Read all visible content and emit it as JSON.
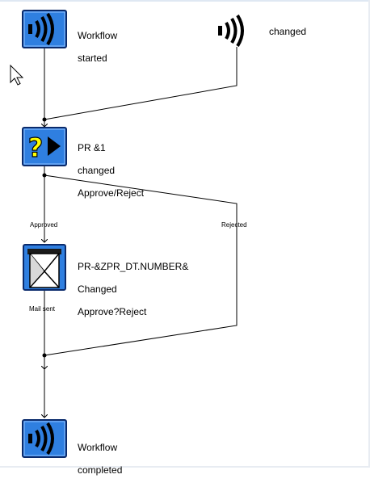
{
  "nodes": {
    "start": {
      "label_line1": "Workflow",
      "label_line2": "started",
      "icon": "event-icon"
    },
    "changed_event": {
      "label": "changed",
      "icon": "event-icon"
    },
    "decision": {
      "label_line1": "PR &1",
      "label_line2": "changed",
      "label_line3": "Approve/Reject",
      "icon": "decision-icon"
    },
    "mail": {
      "label_line1": "PR-&ZPR_DT.NUMBER&",
      "label_line2": "Changed",
      "label_line3": "Approve?Reject",
      "icon": "mail-icon"
    },
    "end": {
      "label_line1": "Workflow",
      "label_line2": "completed",
      "icon": "event-icon"
    }
  },
  "edges": {
    "approved": "Approved",
    "rejected": "Rejected",
    "mail_sent": "Mail sent"
  },
  "colors": {
    "icon_blue": "#2f7fe0",
    "icon_border": "#0a2a6b",
    "decision_yellow": "#ffff00",
    "line": "#000000"
  },
  "cursor": {
    "icon": "mouse-pointer-icon"
  }
}
